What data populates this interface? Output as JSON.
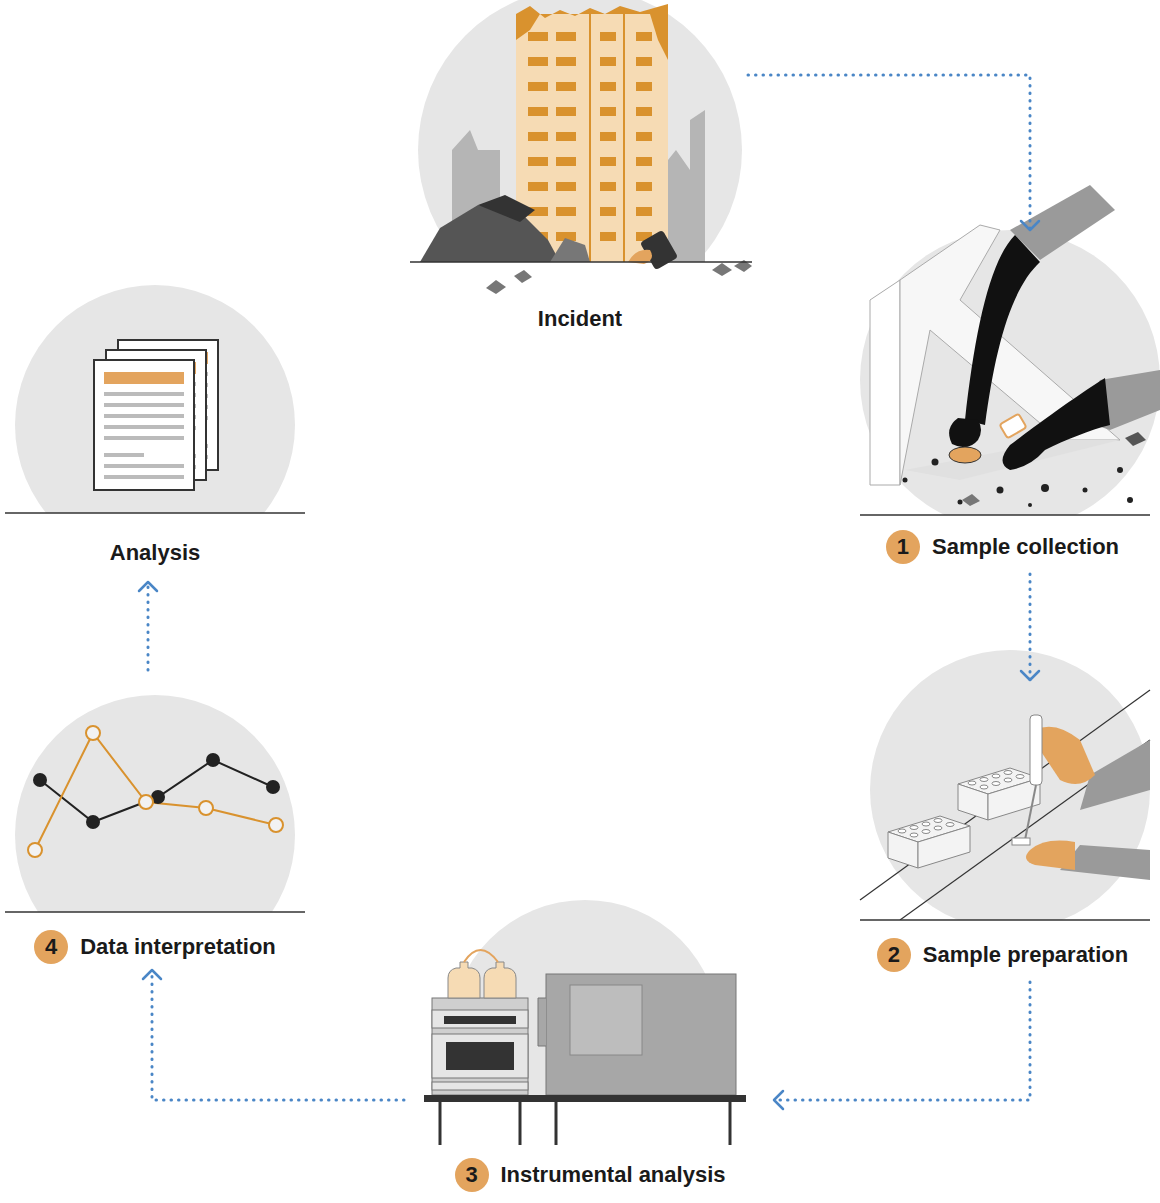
{
  "diagram": {
    "nodes": [
      {
        "text": [
          "Incident"
        ]
      },
      {
        "text": [
          "1",
          "Sample collection"
        ]
      },
      {
        "text": [
          "2",
          "Sample preparation"
        ]
      },
      {
        "text": [
          "3",
          "Instrumental analysis"
        ]
      },
      {
        "text": [
          "4",
          "Data interpretation"
        ]
      },
      {
        "text": [
          "Analysis"
        ]
      }
    ],
    "edges": [
      {
        "from": 0,
        "to": 1,
        "arrow": "to"
      },
      {
        "from": 1,
        "to": 2,
        "arrow": "to"
      },
      {
        "from": 2,
        "to": 3,
        "arrow": "to"
      },
      {
        "from": 3,
        "to": 4,
        "arrow": "to"
      },
      {
        "from": 4,
        "to": 5,
        "arrow": "to"
      }
    ]
  }
}
